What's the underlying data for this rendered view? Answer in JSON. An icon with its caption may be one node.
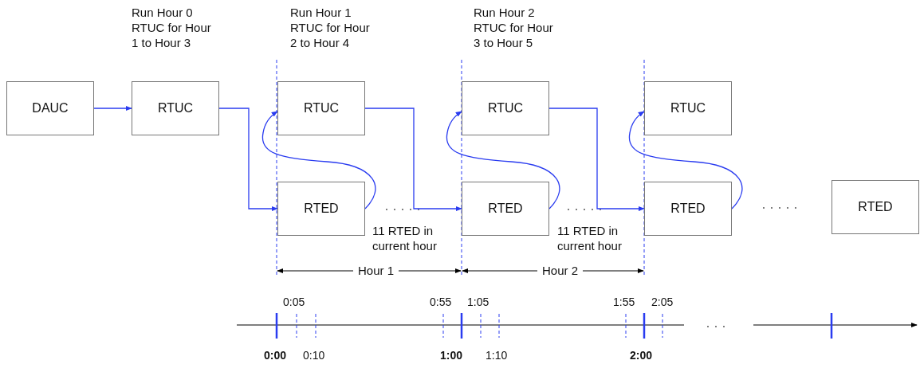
{
  "diagram": {
    "nodes": [
      {
        "text": [
          "DAUC"
        ]
      },
      {
        "text": [
          "RTUC"
        ],
        "beside": [
          "Run Hour 0 RTUC for Hour 1 to Hour 3"
        ]
      },
      {
        "text": [
          "RTUC"
        ],
        "beside": [
          "Run Hour 1 RTUC for Hour 2 to Hour 4"
        ]
      },
      {
        "text": [
          "RTED"
        ]
      },
      {
        "text": [
          "RTUC"
        ],
        "beside": [
          "Run Hour 2 RTUC for Hour 3 to Hour 5"
        ]
      },
      {
        "text": [
          "RTED"
        ]
      },
      {
        "text": [
          "RTUC"
        ]
      },
      {
        "text": [
          "RTED"
        ]
      },
      {
        "text": [
          "RTED"
        ]
      }
    ],
    "edges": [
      {
        "from": 0,
        "to": 1,
        "arrow": "to"
      },
      {
        "from": 1,
        "to": 3,
        "arrow": "to"
      },
      {
        "from": 3,
        "to": 2,
        "arrow": "to"
      },
      {
        "from": 2,
        "to": 5,
        "arrow": "to"
      },
      {
        "from": 5,
        "to": 4,
        "arrow": "to"
      },
      {
        "from": 4,
        "to": 7,
        "arrow": "to"
      },
      {
        "from": 7,
        "to": 6,
        "arrow": "to"
      }
    ],
    "labels": [
      "11 RTED in current hour",
      "11 RTED in current hour",
      "Hour 1",
      "Hour 2",
      "0:05",
      "0:55",
      "1:05",
      "1:55",
      "2:05",
      "0:00",
      "0:10",
      "1:00",
      "1:10",
      "2:00"
    ]
  }
}
